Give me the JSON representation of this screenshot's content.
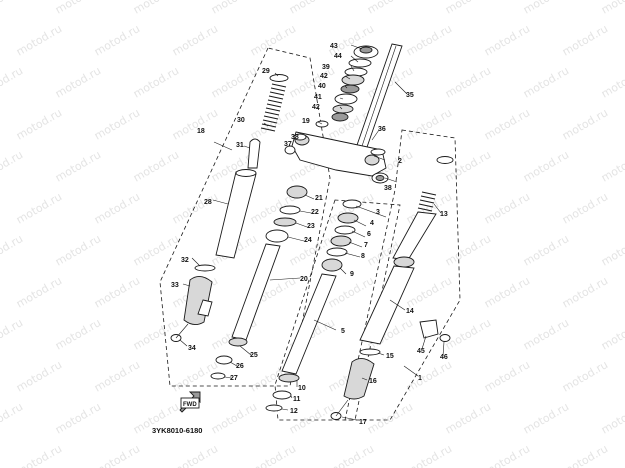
{
  "watermark": "motod.ru",
  "diagram_code": "3YK8010-6180",
  "fwd_label": "FWD",
  "callouts": [
    "1",
    "2",
    "3",
    "4",
    "5",
    "6",
    "7",
    "8",
    "9",
    "10",
    "11",
    "12",
    "13",
    "14",
    "15",
    "16",
    "17",
    "18",
    "19",
    "20",
    "21",
    "22",
    "23",
    "24",
    "25",
    "26",
    "27",
    "28",
    "29",
    "30",
    "31",
    "32",
    "33",
    "34",
    "35",
    "36",
    "37",
    "38",
    "39",
    "40",
    "41",
    "42",
    "43",
    "44",
    "45",
    "46"
  ]
}
